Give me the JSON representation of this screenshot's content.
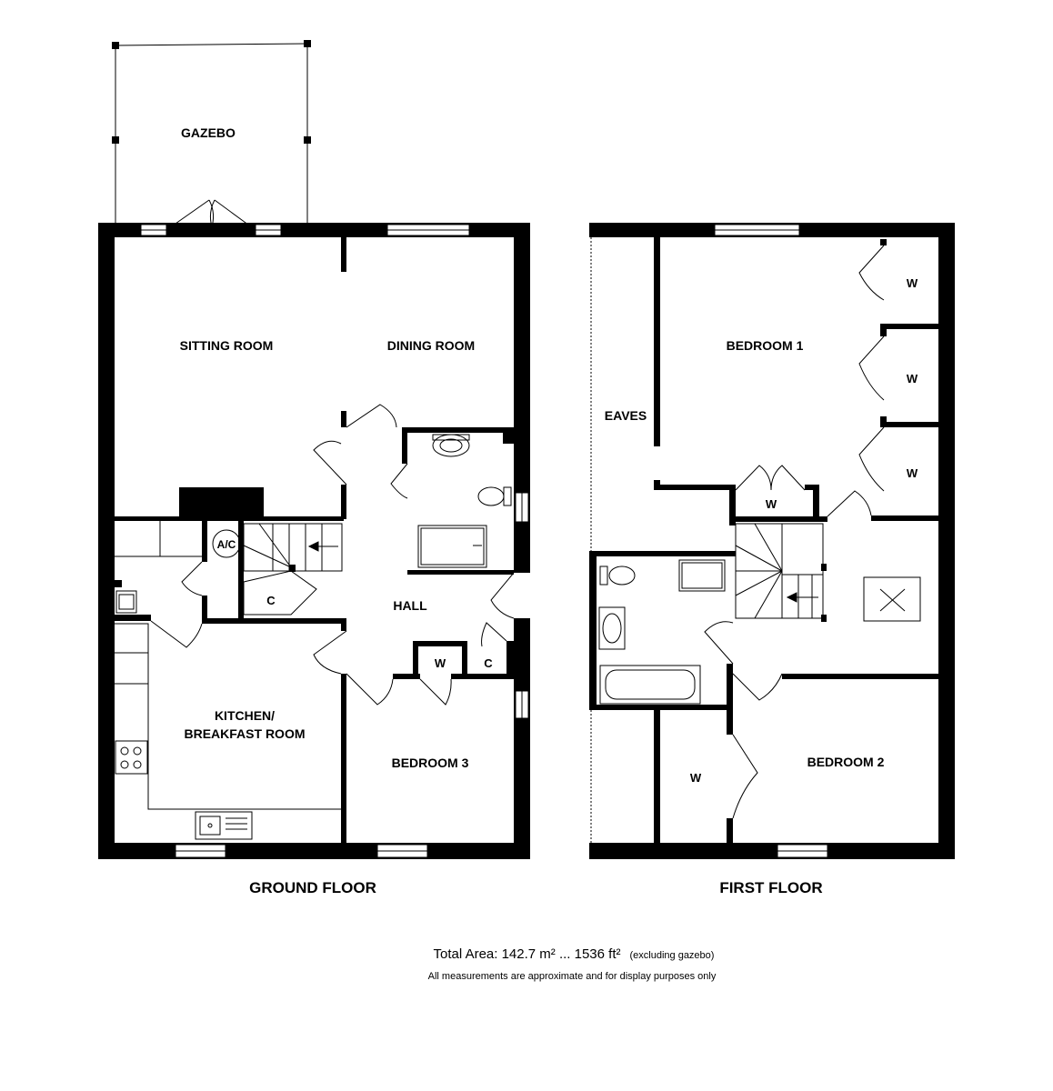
{
  "ground_floor": {
    "title": "GROUND FLOOR",
    "rooms": {
      "gazebo": "GAZEBO",
      "sitting_room": "SITTING ROOM",
      "dining_room": "DINING ROOM",
      "hall": "HALL",
      "kitchen_line1": "KITCHEN/",
      "kitchen_line2": "BREAKFAST ROOM",
      "bedroom3": "BEDROOM 3",
      "ac": "A/C",
      "cupboard_stairs": "C",
      "wardrobe": "W",
      "cupboard": "C"
    }
  },
  "first_floor": {
    "title": "FIRST FLOOR",
    "rooms": {
      "bedroom1": "BEDROOM 1",
      "bedroom2": "BEDROOM 2",
      "eaves": "EAVES",
      "wardrobe_1": "W",
      "wardrobe_2": "W",
      "wardrobe_3": "W",
      "wardrobe_landing": "W",
      "wardrobe_bedroom2": "W"
    }
  },
  "footer": {
    "total_area_label": "Total Area: 142.7 m² ... 1536 ft²",
    "total_area_note": "(excluding gazebo)",
    "disclaimer": "All measurements are approximate and for display purposes only"
  }
}
